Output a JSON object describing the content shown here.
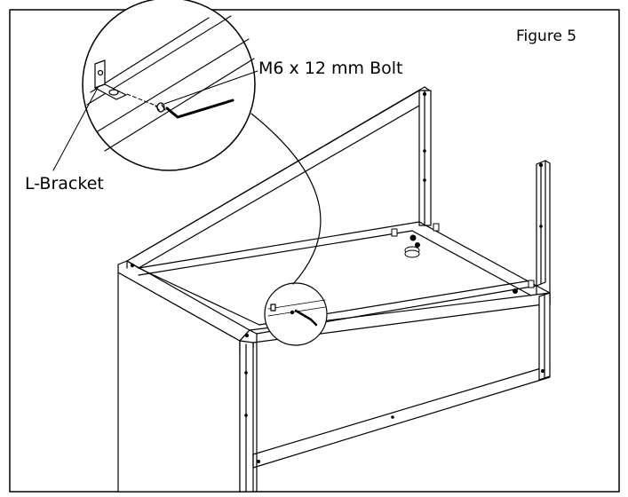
{
  "figure": {
    "title": "Figure 5"
  },
  "callouts": {
    "bolt": "M6 x 12 mm Bolt",
    "bracket": "L-Bracket"
  },
  "icons": {
    "bolt": "bolt-icon",
    "bracket": "l-bracket-icon",
    "hex_key": "hex-key-icon"
  }
}
